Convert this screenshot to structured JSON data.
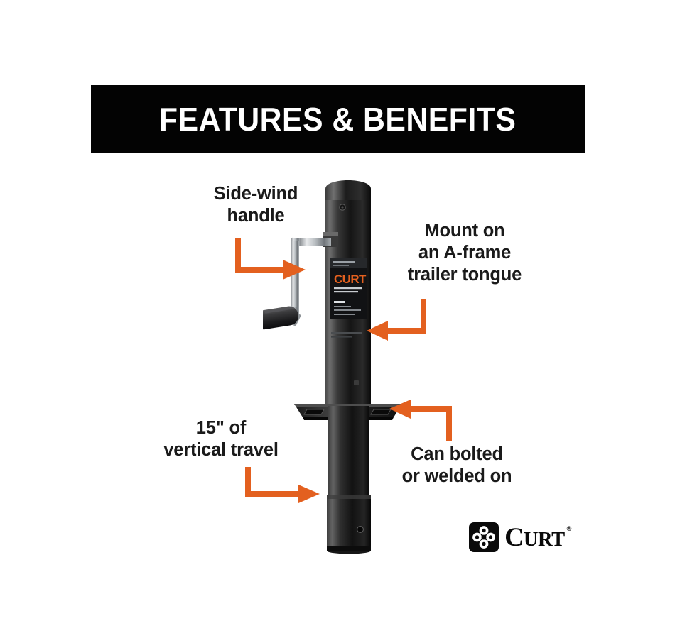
{
  "banner": {
    "title": "FEATURES & BENEFITS",
    "background": "#030303",
    "text_color": "#ffffff"
  },
  "theme": {
    "accent": "#E3601F",
    "text": "#1a1a1a",
    "background": "#ffffff",
    "product_black": "#2b2b2b"
  },
  "callouts": [
    {
      "id": "side-wind-handle",
      "text": "Side-wind\nhandle",
      "arrow": "elbow-down-right"
    },
    {
      "id": "mount-a-frame",
      "text": "Mount on\nan A-frame\ntrailer tongue",
      "arrow": "elbow-down-left"
    },
    {
      "id": "vertical-travel",
      "text": "15\" of\nvertical travel",
      "arrow": "elbow-down-right"
    },
    {
      "id": "bolted-or-welded",
      "text": "Can bolted\nor welded on",
      "arrow": "elbow-up-left"
    }
  ],
  "product": {
    "name": "A-frame trailer jack",
    "label_brand": "CURT"
  },
  "logo": {
    "mark": "curt-clover-icon",
    "word_c": "C",
    "word_rest": "URT",
    "registered": "®"
  }
}
